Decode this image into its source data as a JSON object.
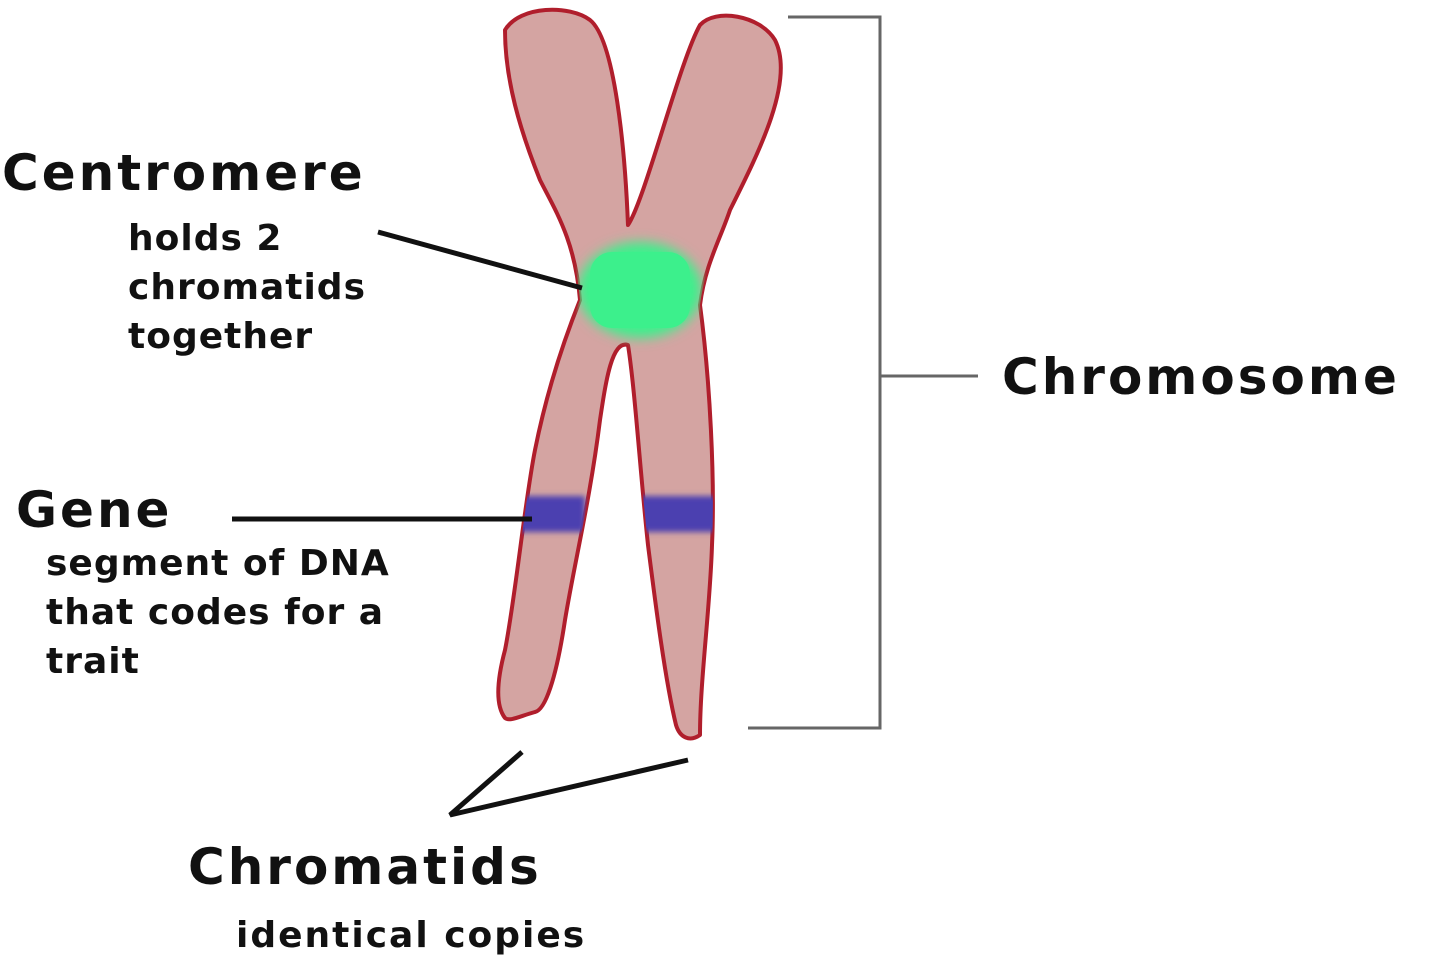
{
  "colors": {
    "chromatid_fill": "#d4a4a2",
    "chromatid_outline": "#b01e2c",
    "centromere": "#3cf08c",
    "gene_band": "#4b3fb0",
    "leader_line": "#111111",
    "bracket_line": "#666666"
  },
  "labels": {
    "centromere": {
      "title": "Centromere",
      "desc_lines": [
        "holds 2",
        "chromatids",
        "together"
      ]
    },
    "gene": {
      "title": "Gene",
      "desc_lines": [
        "segment of DNA",
        "that codes for a",
        "trait"
      ]
    },
    "chromosome": {
      "title": "Chromosome"
    },
    "chromatids": {
      "title": "Chromatids",
      "desc": "identical copies"
    }
  }
}
